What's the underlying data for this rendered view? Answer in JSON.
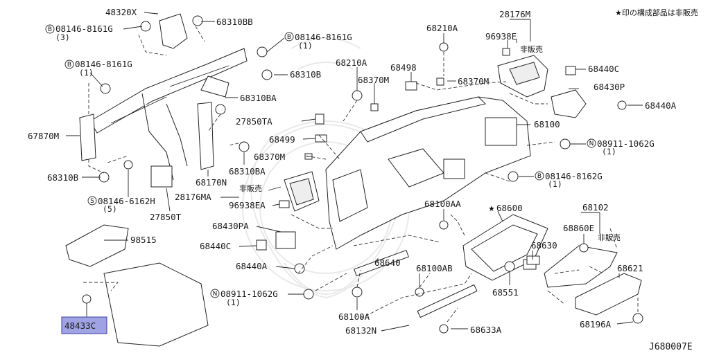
{
  "note": "★印の構成部品は非販売",
  "ref_code": "J680007E",
  "highlight_color": "#9fa3e3",
  "not_for_sale": "非販売",
  "parts": {
    "p48320x": "48320X",
    "p68310bb": "68310BB",
    "p08146_8161g_a": "08146-8161G",
    "p08146_8161g_a_qty": "(3)",
    "p08146_8161g_b": "08146-8161G",
    "p08146_8161g_b_qty": "(1)",
    "p08146_8161g_c": "08146-8161G",
    "p08146_8161g_c_qty": "(1)",
    "p68310b_top": "68310B",
    "p68310ba_1": "68310BA",
    "p67870m": "67870M",
    "p68310b_left": "68310B",
    "p08146_6162h": "08146-6162H",
    "p08146_6162h_qty": "(5)",
    "p27850t": "27850T",
    "p68170n": "68170N",
    "p68310ba_2": "68310BA",
    "p27850ta": "27850TA",
    "p68499": "68499",
    "p68370m_a": "68370M",
    "p68370m_b": "68370M",
    "p68370m_c": "68370M",
    "p68210a_a": "68210A",
    "p68210a_b": "68210A",
    "p68498": "68498",
    "p28176m": "28176M",
    "p96938e": "96938E",
    "p68440c_r": "68440C",
    "p68430p": "68430P",
    "p68440a_r": "68440A",
    "p68100": "68100",
    "p08911_1062g_r": "08911-1062G",
    "p08911_1062g_r_qty": "(1)",
    "p08146_8162g": "08146-8162G",
    "p08146_8162g_qty": "(1)",
    "p28176ma": "28176MA",
    "p96938ea": "96938EA",
    "p68430pa": "68430PA",
    "p68440c_l": "68440C",
    "p68440a_l": "68440A",
    "p08911_1062g_l": "08911-1062G",
    "p08911_1062g_l_qty": "(1)",
    "p98515": "98515",
    "p48433c": "48433C",
    "p68100aa": "68100AA",
    "p68640": "68640",
    "p68100ab": "68100AB",
    "p68100a": "68100A",
    "p68132n": "68132N",
    "p68633a": "68633A",
    "p68600": "68600",
    "p68551": "68551",
    "p68630": "68630",
    "p68102": "68102",
    "p68860e": "68860E",
    "p68621": "68621",
    "p68196a": "68196A"
  }
}
